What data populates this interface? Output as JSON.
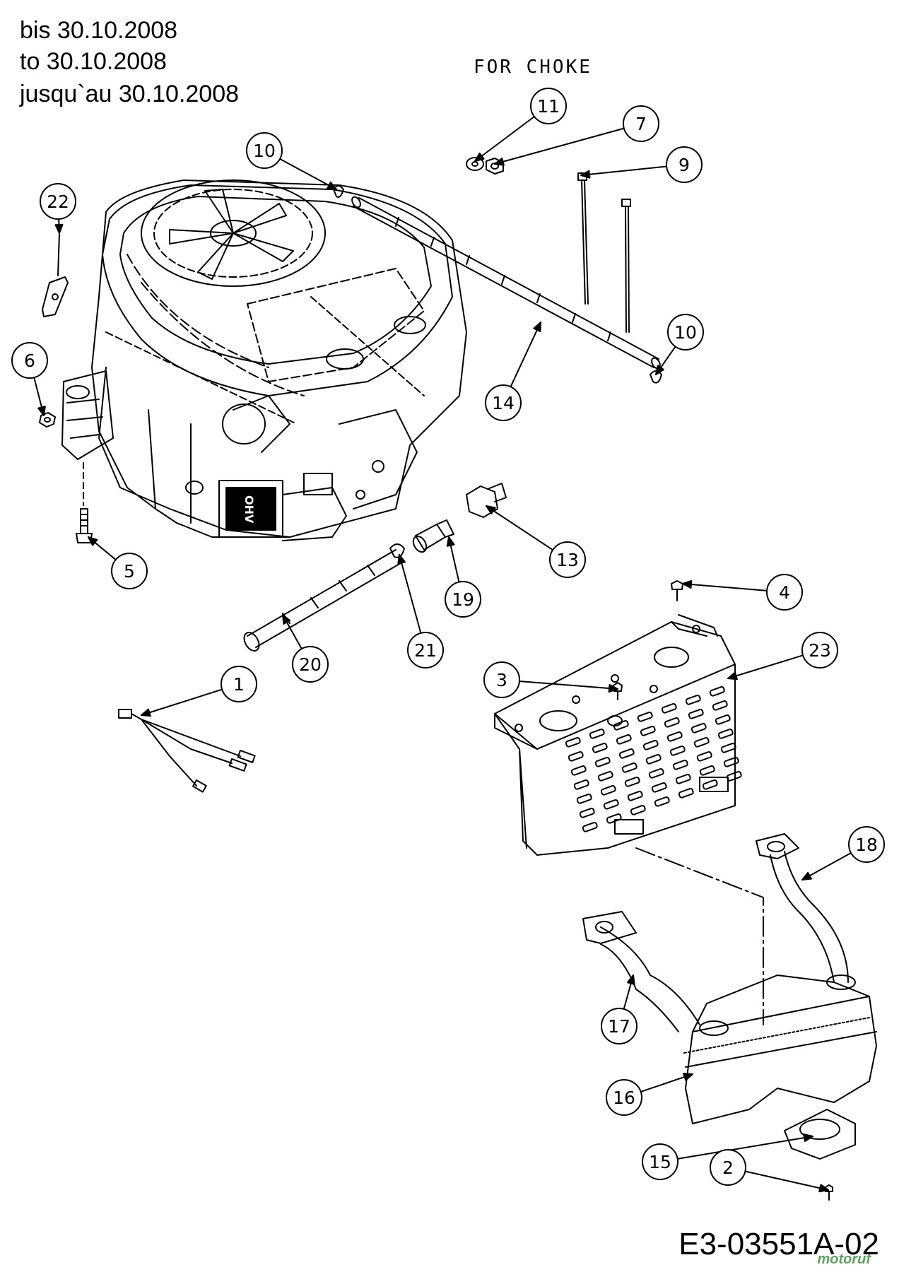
{
  "header": {
    "line1": "bis 30.10.2008",
    "line2": "to 30.10.2008",
    "line3": "jusqu`au 30.10.2008"
  },
  "note": "FOR CHOKE",
  "drawing_code": "E3-03551A-02",
  "watermark": "motoruf",
  "callouts": [
    {
      "n": "1"
    },
    {
      "n": "2"
    },
    {
      "n": "3"
    },
    {
      "n": "4"
    },
    {
      "n": "5"
    },
    {
      "n": "6"
    },
    {
      "n": "7"
    },
    {
      "n": "9"
    },
    {
      "n": "10"
    },
    {
      "n": "10"
    },
    {
      "n": "11"
    },
    {
      "n": "13"
    },
    {
      "n": "14"
    },
    {
      "n": "15"
    },
    {
      "n": "16"
    },
    {
      "n": "17"
    },
    {
      "n": "18"
    },
    {
      "n": "19"
    },
    {
      "n": "20"
    },
    {
      "n": "21"
    },
    {
      "n": "22"
    },
    {
      "n": "23"
    }
  ],
  "colors": {
    "line": "#000000",
    "background": "#ffffff",
    "watermark": "#2f7f2f"
  }
}
